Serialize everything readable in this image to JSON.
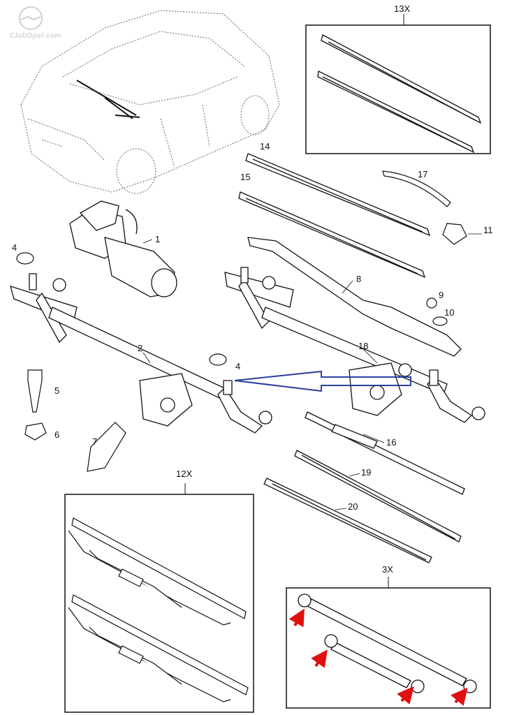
{
  "watermark": "ClubOpel.com",
  "callouts": {
    "n1": "1",
    "n2": "2",
    "n4a": "4",
    "n4b": "4",
    "n5": "5",
    "n6": "6",
    "n7": "7",
    "n8": "8",
    "n9": "9",
    "n10": "10",
    "n11": "11",
    "n12x": "12X",
    "n13x": "13X",
    "n14": "14",
    "n15": "15",
    "n16": "16",
    "n17": "17",
    "n18": "18",
    "n19": "19",
    "n20": "20",
    "n3x": "3X"
  },
  "colors": {
    "line": "#1a1a1a",
    "callout_arrow": "#2b3f9e",
    "marker_arrow": "#e01010",
    "part_fill": "#ffffff",
    "car_outline": "#555555"
  }
}
